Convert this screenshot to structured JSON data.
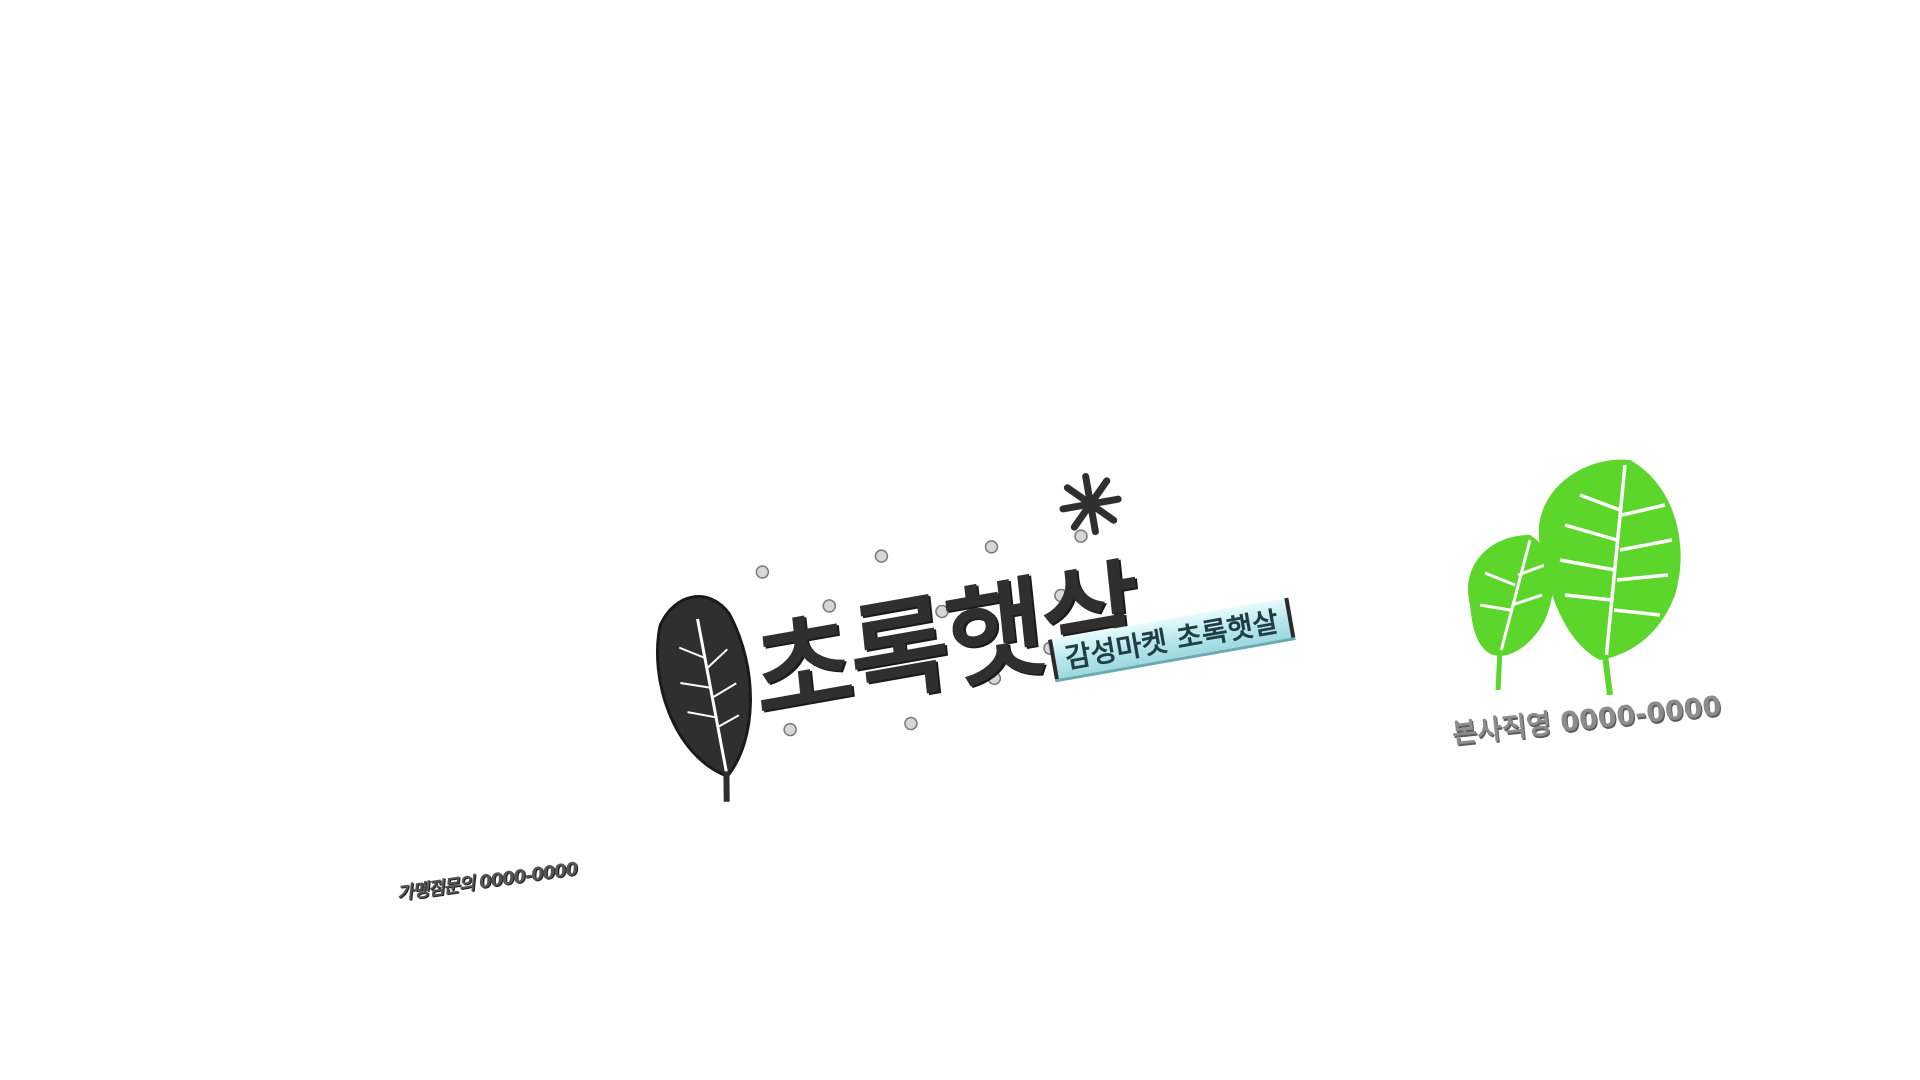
{
  "sign": {
    "brand_name": "초록햇살",
    "tagline": "감성마켓 초록햇살",
    "hq_phone": "본사직영 0000-0000",
    "franchise_phone": "가맹점문의 0000-0000"
  },
  "icons": {
    "dark_leaf": "leaf-icon",
    "sun_star": "sun-icon",
    "green_leaves": "leaves-logo-icon"
  },
  "colors": {
    "brand_dark": "#2f2f2f",
    "leaf_green": "#5dd62c",
    "plate_blue": "#b7e6ec",
    "phone_gray": "#8c8c8c"
  }
}
